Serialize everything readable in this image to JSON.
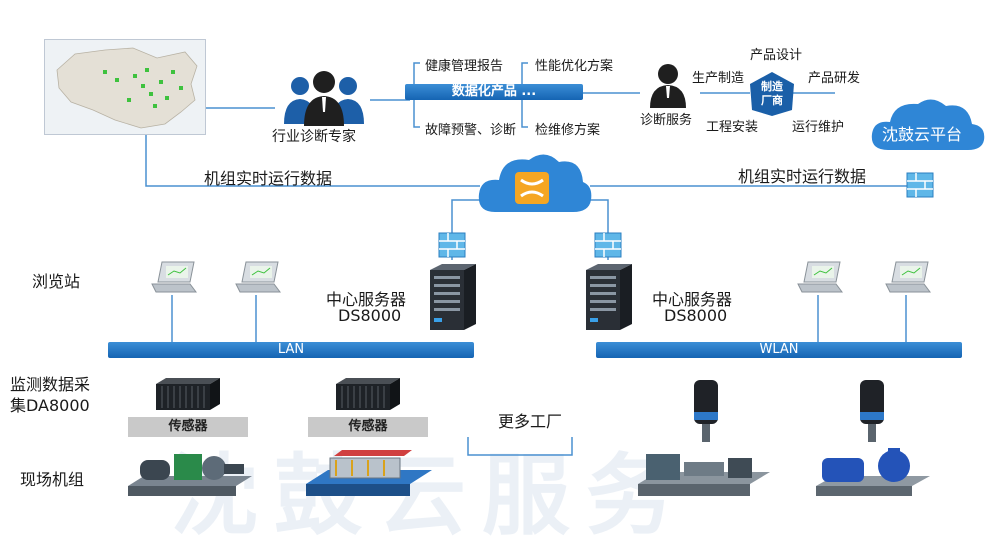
{
  "watermark": "沈鼓云服务",
  "top": {
    "expert_label": "行业诊断专家",
    "products": {
      "center_label": "数据化产品 ...",
      "items": [
        "健康管理报告",
        "性能优化方案",
        "故障预警、诊断",
        "检维修方案"
      ]
    },
    "diagnosis_label": "诊断服务",
    "manufacturer": {
      "center_label": "制造厂商",
      "items": [
        "产品设计",
        "生产制造",
        "产品研发",
        "工程安装",
        "运行维护"
      ]
    },
    "platform_label": "沈鼓云平台"
  },
  "data_flow": {
    "left_label": "机组实时运行数据",
    "right_label": "机组实时运行数据"
  },
  "layers": {
    "browser": "浏览站",
    "monitor": "监测数据采集DA8000",
    "field": "现场机组"
  },
  "servers": {
    "left": [
      "中心服务器",
      "DS8000"
    ],
    "right": [
      "中心服务器",
      "DS8000"
    ]
  },
  "networks": {
    "lan": "LAN",
    "wlan": "WLAN"
  },
  "sensors": [
    "传感器",
    "传感器"
  ],
  "more_factories": "更多工厂",
  "colors": {
    "network_blue": "#1a6cc0",
    "cloud_blue": "#2f86d6",
    "line_blue": "#4a90d0"
  }
}
